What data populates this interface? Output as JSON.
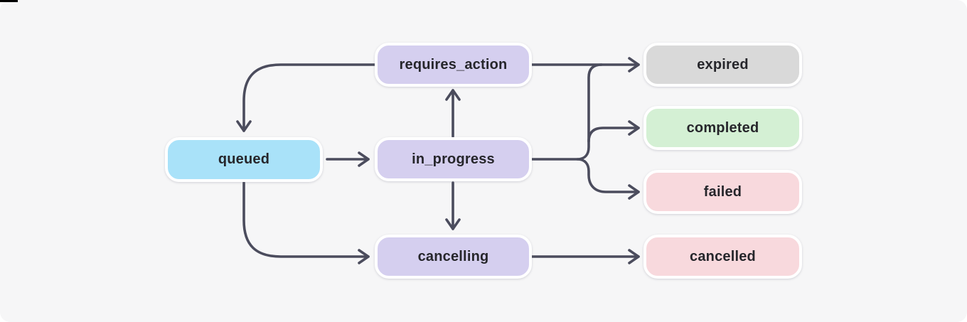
{
  "colors": {
    "panel_background": "#f6f6f7",
    "page_background": "#ffffff",
    "line": "#4b4c5d",
    "text": "#26262b",
    "node_border": "#ffffff",
    "blue": "#a9e2f9",
    "lavender": "#d5cfef",
    "gray": "#d9d9d9",
    "green": "#d4f0d4",
    "pink": "#f8d9dd"
  },
  "diagram": {
    "type": "state-flow",
    "nodes": [
      {
        "id": "queued",
        "label": "queued",
        "color": "blue"
      },
      {
        "id": "requires_action",
        "label": "requires_action",
        "color": "lavender"
      },
      {
        "id": "in_progress",
        "label": "in_progress",
        "color": "lavender"
      },
      {
        "id": "cancelling",
        "label": "cancelling",
        "color": "lavender"
      },
      {
        "id": "expired",
        "label": "expired",
        "color": "gray"
      },
      {
        "id": "completed",
        "label": "completed",
        "color": "green"
      },
      {
        "id": "failed",
        "label": "failed",
        "color": "pink"
      },
      {
        "id": "cancelled",
        "label": "cancelled",
        "color": "pink"
      }
    ],
    "edges": [
      {
        "from": "requires_action",
        "to": "queued"
      },
      {
        "from": "requires_action",
        "to": "expired"
      },
      {
        "from": "queued",
        "to": "in_progress"
      },
      {
        "from": "queued",
        "to": "cancelling"
      },
      {
        "from": "in_progress",
        "to": "requires_action"
      },
      {
        "from": "in_progress",
        "to": "expired"
      },
      {
        "from": "in_progress",
        "to": "completed"
      },
      {
        "from": "in_progress",
        "to": "failed"
      },
      {
        "from": "in_progress",
        "to": "cancelling"
      },
      {
        "from": "cancelling",
        "to": "cancelled"
      }
    ]
  }
}
